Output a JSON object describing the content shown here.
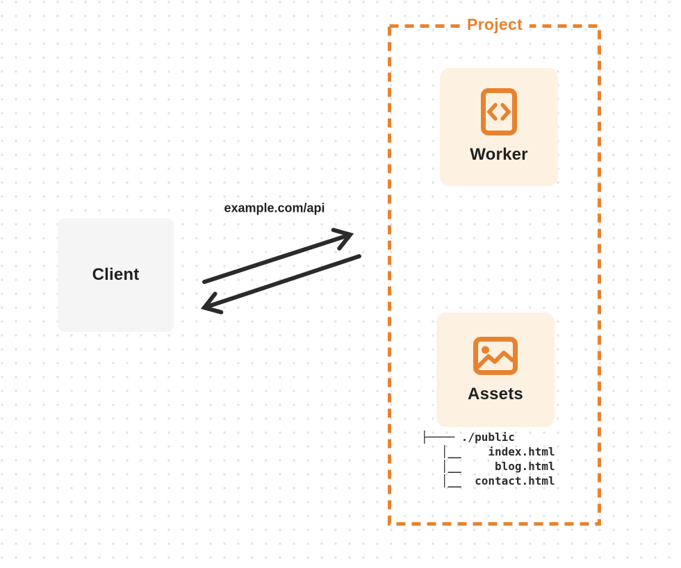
{
  "colors": {
    "orange": "#E8822E",
    "card_bg": "#FDF1E2",
    "client_bg": "#F5F5F6",
    "text_dark": "#1F2020",
    "arrow": "#2B2B2B",
    "dot": "#E4E4E4",
    "canvas_bg": "#FFFFFF"
  },
  "diagram": {
    "client": {
      "label": "Client"
    },
    "request": {
      "label": "example.com/api"
    },
    "project": {
      "title": "Project",
      "worker": {
        "label": "Worker",
        "icon": "code-document-icon"
      },
      "assets": {
        "label": "Assets",
        "icon": "image-icon"
      },
      "file_tree": {
        "lines": [
          "├──── ./public",
          "   │__    index.html",
          "   │__     blog.html",
          "   │__  contact.html"
        ]
      }
    }
  }
}
